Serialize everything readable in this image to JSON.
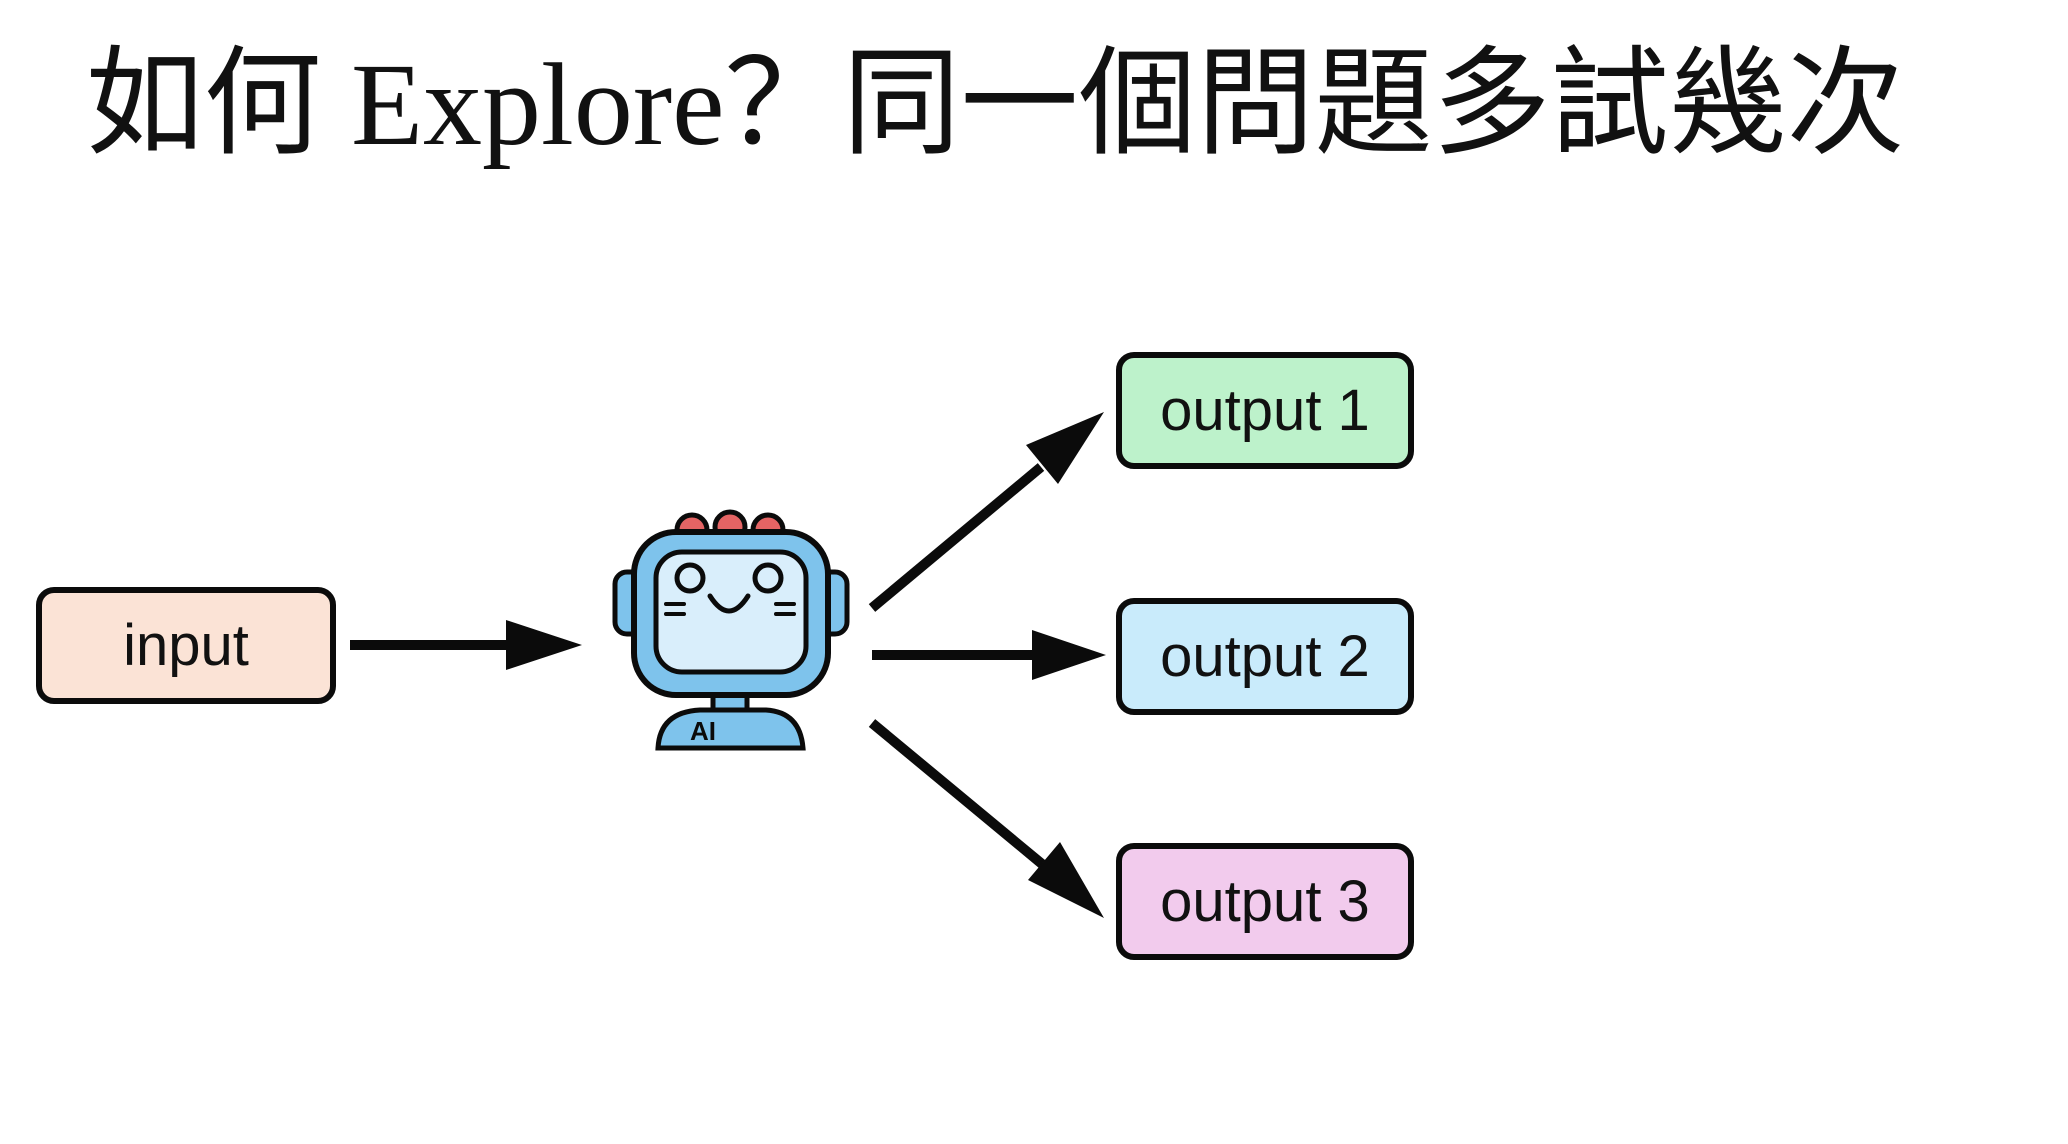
{
  "title": "如何 Explore？同一個問題多試幾次",
  "nodes": {
    "input": {
      "label": "input",
      "color": "#fbe3d6"
    },
    "outputs": [
      {
        "label": "output 1",
        "color": "#bdf2cb"
      },
      {
        "label": "output 2",
        "color": "#c9ebfb"
      },
      {
        "label": "output 3",
        "color": "#f2cbed"
      }
    ]
  },
  "robot": {
    "icon": "ai-robot-icon",
    "badge": "AI"
  },
  "colors": {
    "stroke": "#0b0b0b",
    "robot_blue": "#7ec3ec",
    "robot_screen": "#d9eefb",
    "robot_antenna": "#e46464"
  }
}
